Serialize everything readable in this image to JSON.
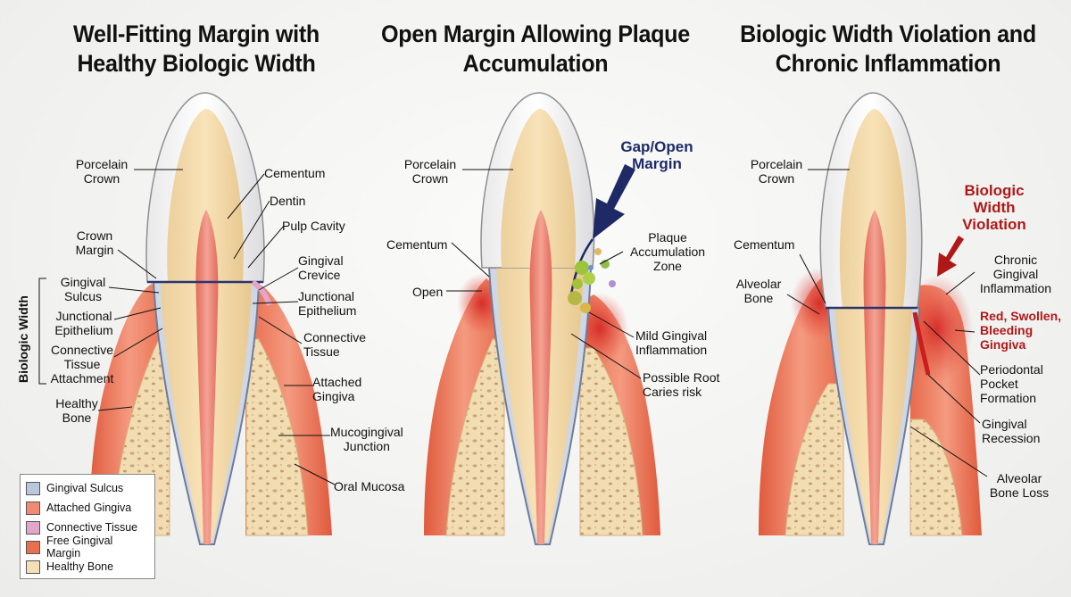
{
  "panels": [
    {
      "title": "Well-Fitting Margin with Healthy Biologic Width",
      "labels": {
        "porcelain_crown": "Porcelain\nCrown",
        "cementum": "Cementum",
        "dentin": "Dentin",
        "pulp_cavity": "Pulp Cavity",
        "crown_margin": "Crown\nMargin",
        "gingival_crevice": "Gingival\nCrevice",
        "gingival_sulcus": "Gingival\nSulcus",
        "junctional_epithelium_left": "Junctional\nEpithelium",
        "junctional_epithelium_right": "Junctional\nEpithelium",
        "connective_tissue_attachment": "Connective\nTissue\nAttachment",
        "connective_tissue": "Connective\nTissue",
        "attached_gingiva": "Attached\nGingiva",
        "healthy_bone": "Healthy\nBone",
        "mucogingival_junction": "Mucogingival\nJunction",
        "oral_mucosa": "Oral Mucosa",
        "biologic_width": "Biologic Width"
      }
    },
    {
      "title": "Open Margin Allowing Plaque Accumulation",
      "labels": {
        "porcelain_crown": "Porcelain\nCrown",
        "gap": "Gap/Open\nMargin",
        "cementum": "Cementum",
        "plaque_zone": "Plaque\nAccumulation\nZone",
        "open": "Open",
        "mild_inflammation": "Mild Gingival\nInflammation",
        "root_caries": "Possible Root\nCaries risk"
      }
    },
    {
      "title": "Biologic Width Violation and Chronic Inflammation",
      "labels": {
        "porcelain_crown": "Porcelain\nCrown",
        "violation": "Biologic\nWidth\nViolation",
        "cementum": "Cementum",
        "alveolar_bone": "Alveolar\nBone",
        "chronic_inflammation": "Chronic\nGingival\nInflammation",
        "red_swollen": "Red, Swollen,\nBleeding\nGingiva",
        "periodontal_pocket": "Periodontal\nPocket\nFormation",
        "gingival_recession": "Gingival\nRecession",
        "bone_loss": "Alveolar\nBone Loss"
      }
    }
  ],
  "legend": [
    {
      "label": "Gingival Sulcus",
      "color": "#b9c6dc"
    },
    {
      "label": "Attached Gingiva",
      "color": "#f08a72"
    },
    {
      "label": "Connective Tissue",
      "color": "#e2a6c8"
    },
    {
      "label": "Free Gingival Margin",
      "color": "#e8704f"
    },
    {
      "label": "Healthy Bone",
      "color": "#f5dfb6"
    }
  ]
}
